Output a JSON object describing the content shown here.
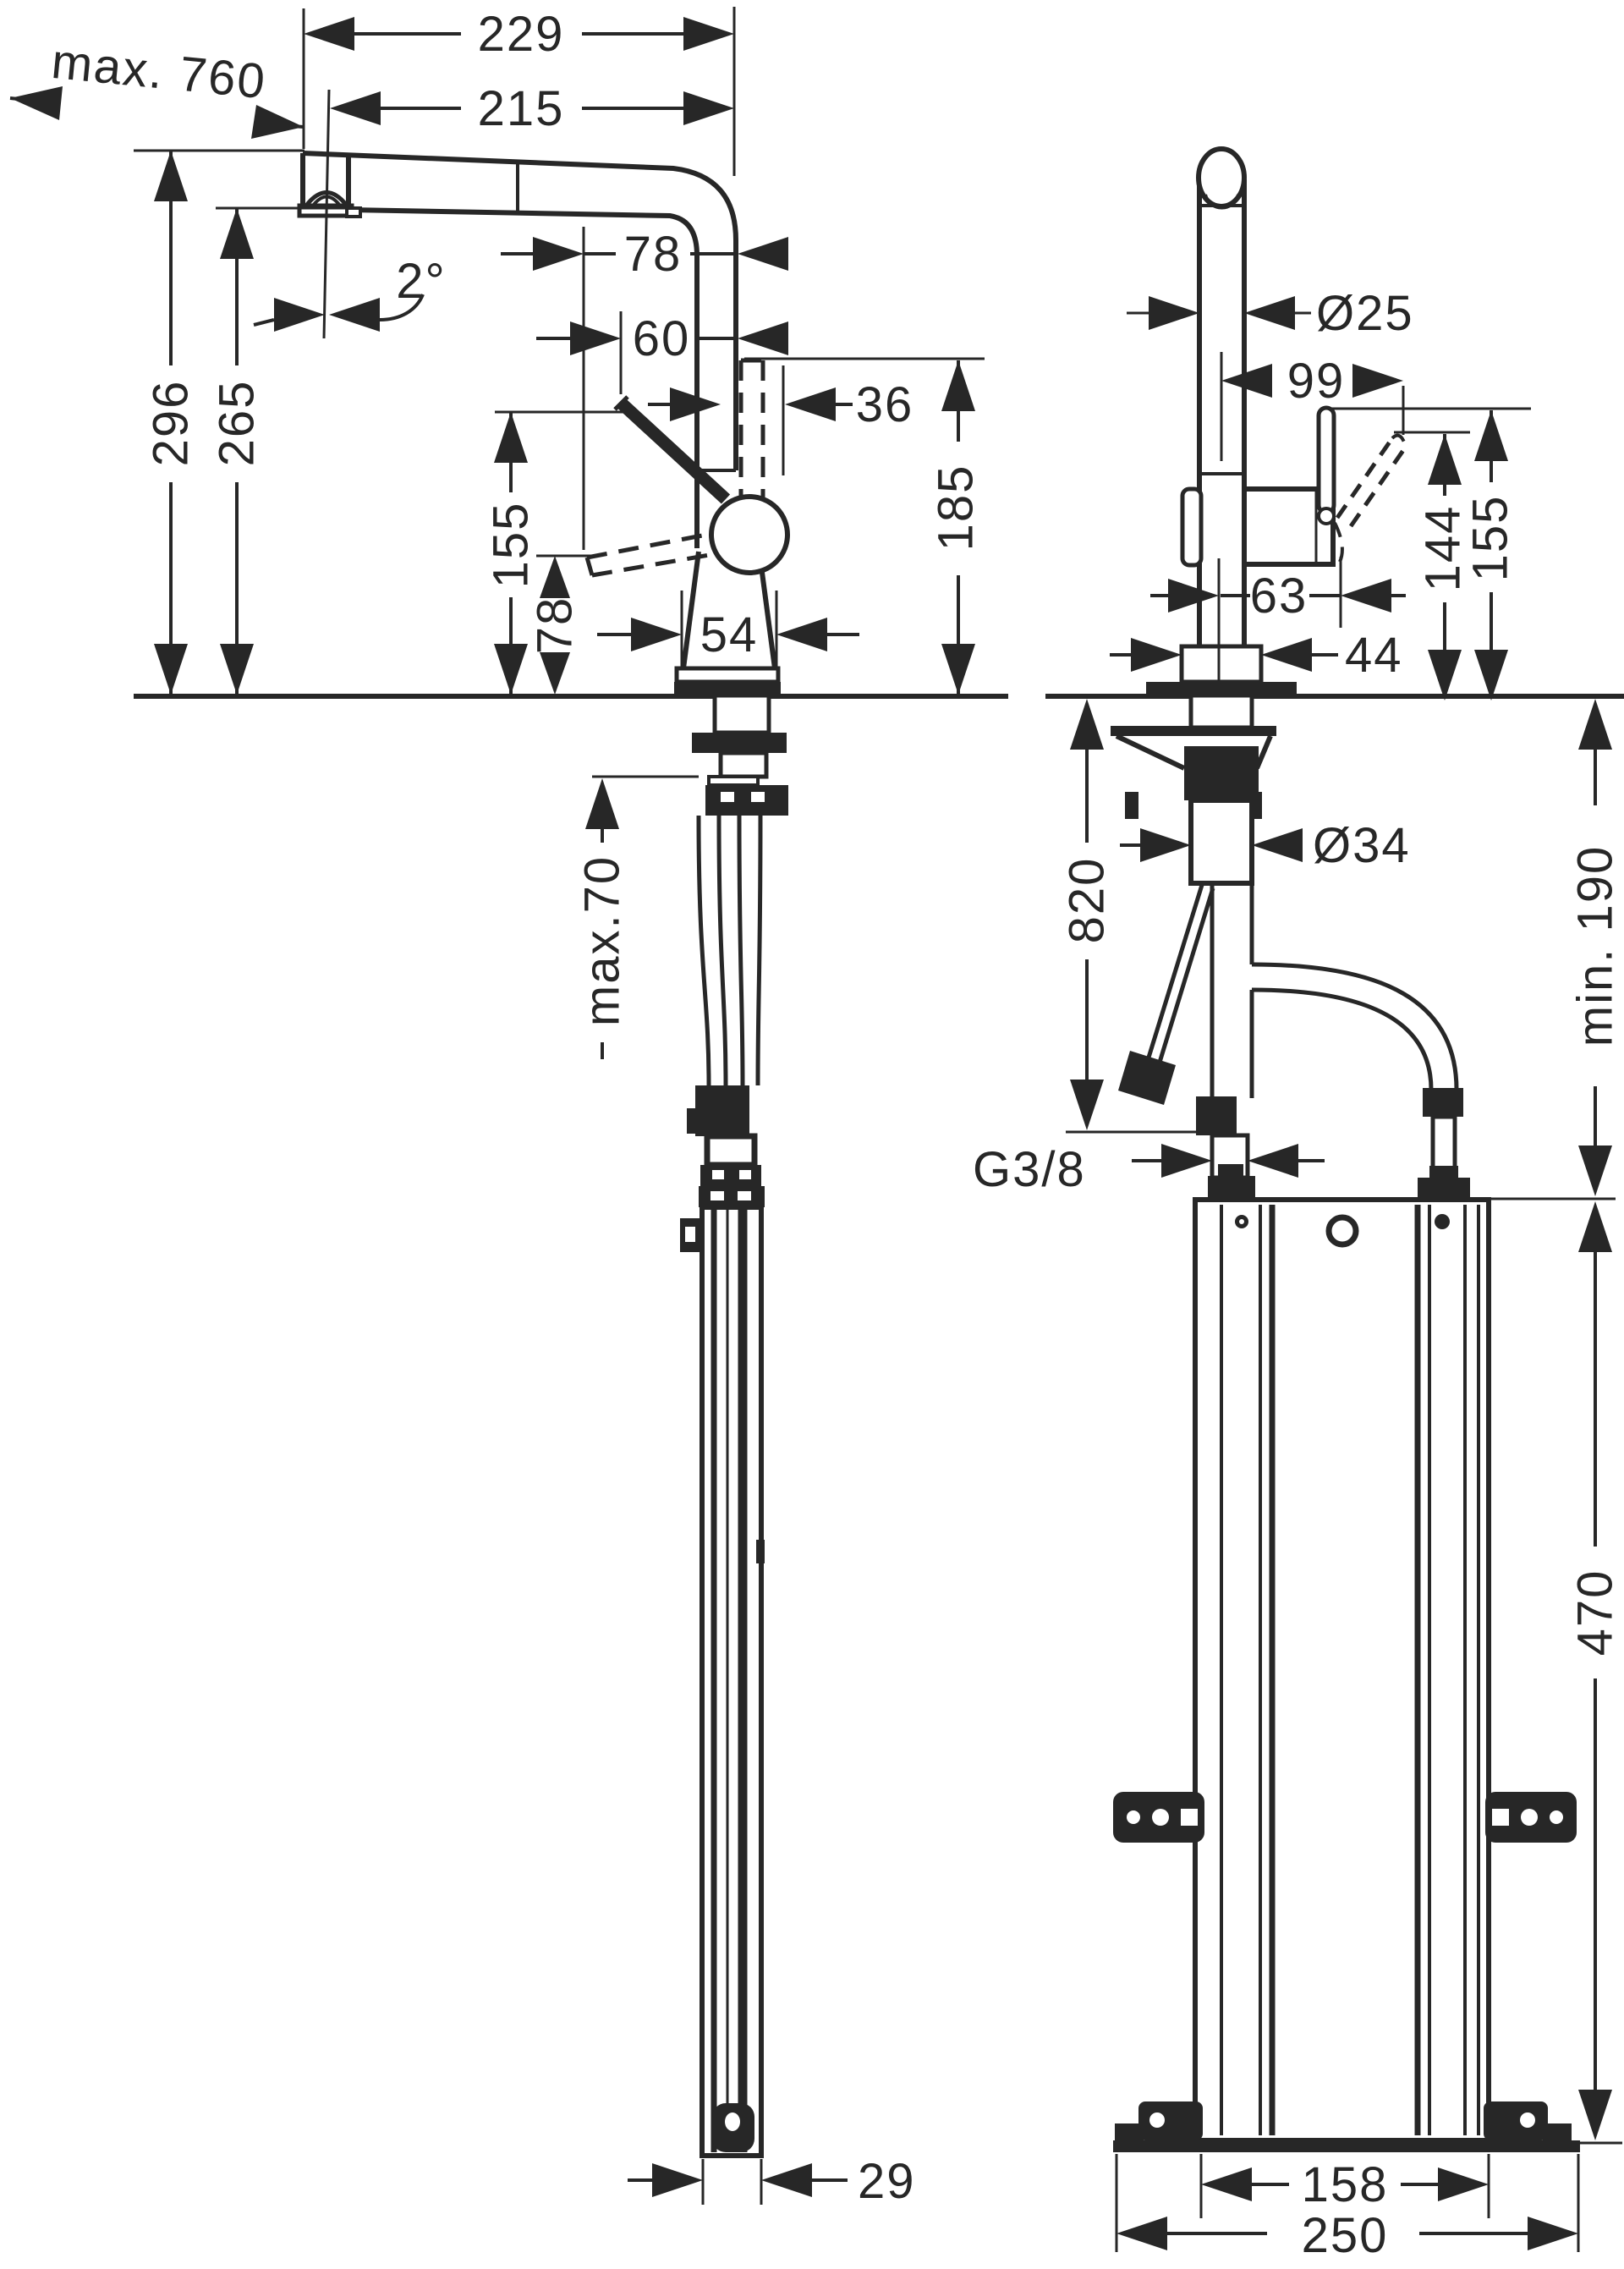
{
  "drawing": {
    "type": "technical-dimension-drawing",
    "subject": "kitchen mixer tap with pull-out spout and under-counter installation unit",
    "views": [
      "side view",
      "front view"
    ]
  },
  "dims": {
    "d229": "229",
    "d215": "215",
    "max760": "max. 760",
    "angle2": "2°",
    "d78_reach": "78",
    "d60": "60",
    "d36": "36",
    "d296": "296",
    "d265": "265",
    "d155_left": "155",
    "d78_left": "78",
    "d185": "185",
    "d54": "54",
    "dia25": "Ø25",
    "d99": "99",
    "d63": "63",
    "d144": "144",
    "d155_right": "155",
    "d44": "44",
    "max70": "max.70",
    "d820": "820",
    "dia34": "Ø34",
    "min190": "min. 190",
    "g38": "G3/8",
    "d470": "470",
    "d29": "29",
    "d158": "158",
    "d250": "250"
  },
  "colors": {
    "ink": "#272727",
    "paper": "#ffffff"
  }
}
